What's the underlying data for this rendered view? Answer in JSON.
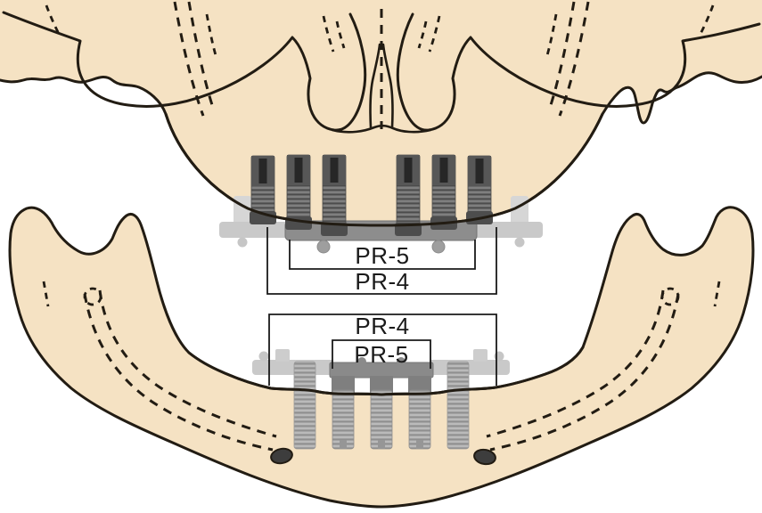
{
  "figure": {
    "regions": {
      "maxilla": {
        "implant_count": 6,
        "labels": [
          {
            "id": "maxilla-pr5",
            "text": "PR-5"
          },
          {
            "id": "maxilla-pr4",
            "text": "PR-4"
          }
        ]
      },
      "mandible": {
        "implant_count": 5,
        "labels": [
          {
            "id": "mandible-pr4",
            "text": "PR-4"
          },
          {
            "id": "mandible-pr5",
            "text": "PR-5"
          }
        ]
      }
    }
  },
  "colors": {
    "bone": "#f5e2c3",
    "outline": "#221c13",
    "implant_dark": "#575757",
    "implant_slot": "#272727",
    "implant_collar": "#4d4d4d",
    "bar_dark": "#8d8d8d",
    "bar_light": "#c9c9c9",
    "ghost": "#d6d6d6",
    "lower_collar": "#7f7f7f",
    "foramen": "#3d3d3d",
    "label_text": "#1a1a1a",
    "background": "#ffffff"
  }
}
